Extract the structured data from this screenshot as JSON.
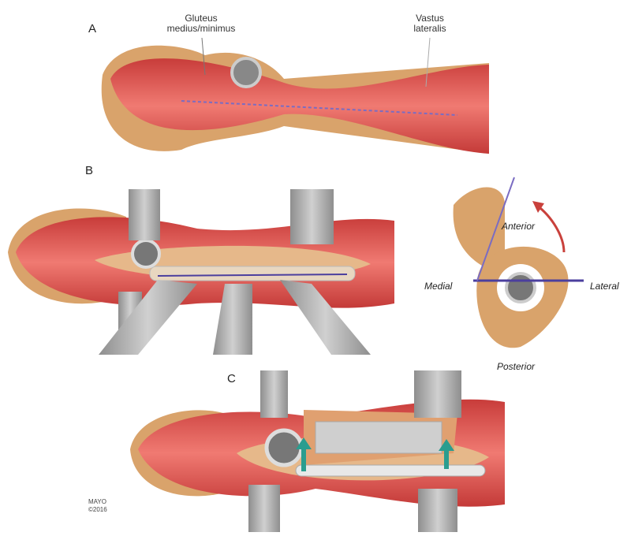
{
  "panels": {
    "a": "A",
    "b": "B",
    "c": "C"
  },
  "labels": {
    "gluteus": "Gluteus medius/minimus",
    "vastus": "Vastus lateralis"
  },
  "cross_section": {
    "anterior": "Anterior",
    "medial": "Medial",
    "lateral": "Lateral",
    "posterior": "Posterior"
  },
  "credit": {
    "org": "MAYO",
    "year": "©2016"
  },
  "colors": {
    "muscle": "#e0524f",
    "bone": "#d9a36b",
    "retractor": "#a9a9a9",
    "line": "#4b3f9e",
    "arrow": "#2a9d8f"
  }
}
